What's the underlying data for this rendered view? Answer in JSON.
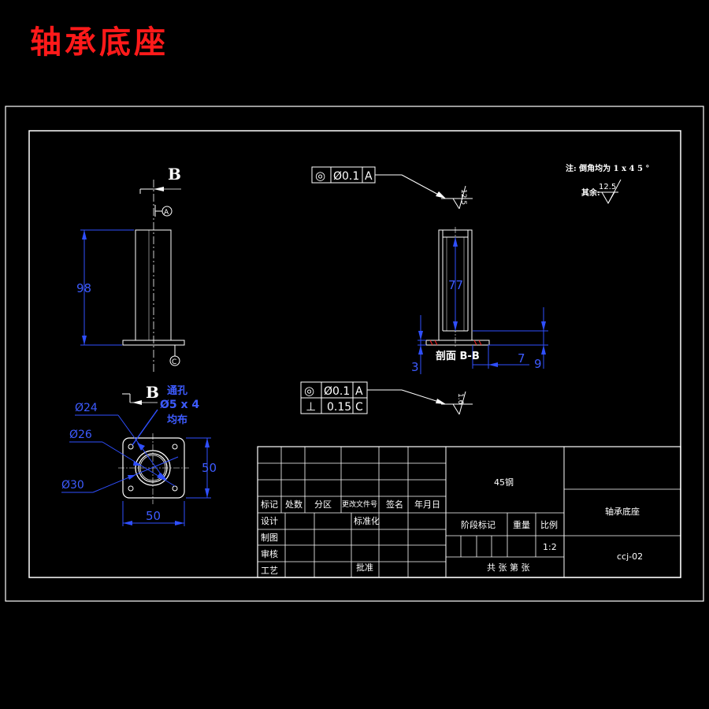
{
  "title": "轴承底座",
  "views": {
    "left": {
      "section_mark_top": "B",
      "height_dim": "98",
      "datum_top": "A",
      "datum_bottom": "C"
    },
    "plan": {
      "section_mark": "B",
      "hole_note_1": "通孔",
      "hole_note_2": "Ø5 x 4",
      "hole_note_3": "均布",
      "dia_24": "Ø24",
      "dia_26": "Ø26",
      "dia_30": "Ø30",
      "width_dim": "50",
      "height_dim": "50"
    },
    "section": {
      "label": "剖面 B-B",
      "height_dim": "77",
      "dim_3": "3",
      "dim_7": "7",
      "dim_9": "9",
      "rough_top": "12.5",
      "rough_bottom": "1.6",
      "tol_top": {
        "symbol": "◎",
        "value": "Ø0.1",
        "datum": "A"
      },
      "tol_bottom_1": {
        "symbol": "◎",
        "value": "Ø0.1",
        "datum": "A"
      },
      "tol_bottom_2": {
        "symbol": "⊥",
        "value": "0.15",
        "datum": "C"
      }
    },
    "notes": {
      "chamfer": "注: 倒角均为 1 x 4 5 °",
      "other": "其余:",
      "rough_other": "12.5"
    }
  },
  "title_block": {
    "material": "45钢",
    "part_name": "轴承底座",
    "drawing_no": "ccj-02",
    "scale_label": "比例",
    "scale": "1:2",
    "stage_label": "阶段标记",
    "weight_label": "重量",
    "sheets": "共  张  第  张",
    "rev_headers": [
      "标记",
      "处数",
      "分区",
      "更改文件号",
      "签名",
      "年月日"
    ],
    "sign_rows": [
      "设计",
      "制图",
      "审核",
      "工艺"
    ],
    "standardize": "标准化",
    "approve": "批准"
  },
  "colors": {
    "background": "#000000",
    "line": "#ffffff",
    "dimension": "#2f4fff",
    "title": "#ff1a1a",
    "section_hatch": "#ff2020"
  }
}
